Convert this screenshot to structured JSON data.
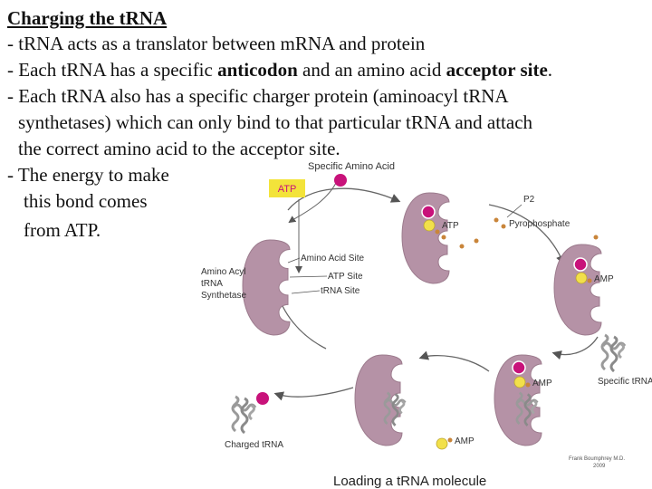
{
  "title": "Charging the t​RNA",
  "bullets": {
    "b1": "- t​RNA acts as a translator between m​RNA and protein",
    "b2_pre": "- Each t​RNA has a specific ",
    "b2_bold1": "anticodon",
    "b2_mid": " and an amino acid ",
    "b2_bold2": "acceptor site",
    "b2_post": ".",
    "b3_l1": "- Each t​RNA also has a specific charger protein (aminoacyl t​RNA",
    "b3_l2": "synthetases) which can only bind to that particular t​RNA and attach",
    "b3_l3": "the correct amino acid to the acceptor site.",
    "b4_l1": "- The energy to make",
    "b4_l2": "this bond comes",
    "b4_l3": "from ATP."
  },
  "diagram": {
    "specific_amino_acid": "Specific Amino Acid",
    "atp_box": "ATP",
    "p2": "P2",
    "atp": "ATP",
    "pyrophosphate": "Pyrophosphate",
    "amino_acid_site": "Amino Acid Site",
    "atp_site": "ATP Site",
    "trna_site": "tRNA Site",
    "synthetase_l1": "Amino Acyl",
    "synthetase_l2": "tRNA",
    "synthetase_l3": "Synthetase",
    "amp_1": "AMP",
    "specific_trna": "Specific tRNA",
    "amp_2": "AMP",
    "amp_3": "AMP",
    "charged_trna": "Charged tRNA",
    "credit_l1": "Frank Boumphrey M.D.",
    "credit_l2": "2009",
    "caption": "Loading a tRNA molecule"
  },
  "colors": {
    "enzyme": "#b592a6",
    "amino_acid": "#c8127a",
    "atp_yellow": "#f2e04a",
    "phosphate": "#c9853a",
    "trna_gray": "#9a9a9a",
    "atp_box_text": "#c8127a",
    "atp_box_fill": "#f3e33a"
  }
}
